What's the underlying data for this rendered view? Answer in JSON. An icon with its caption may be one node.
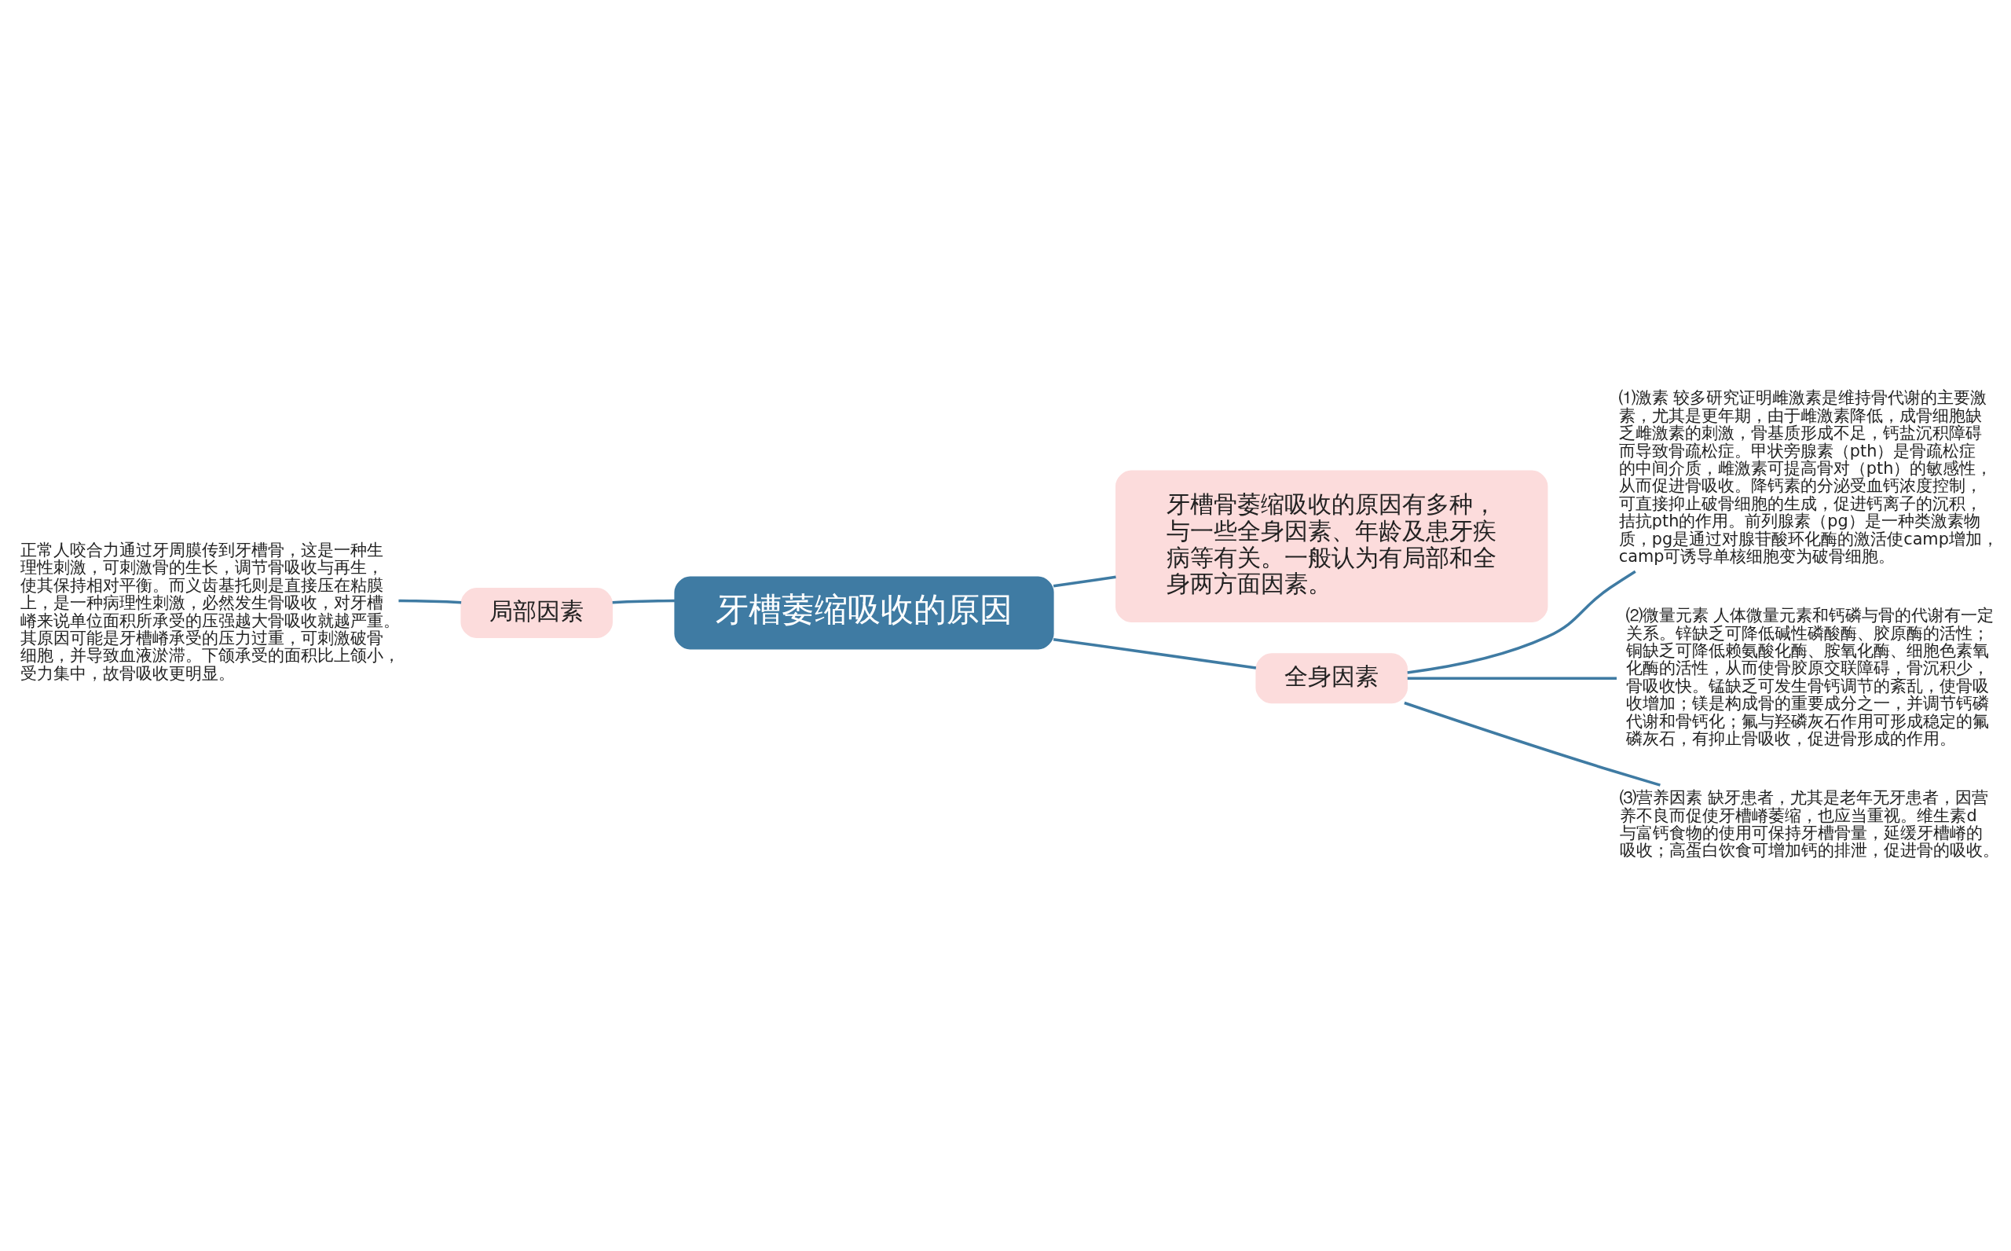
{
  "diagram": {
    "nodes": [
      {
        "text": [
          "牙槽萎缩吸收的原因"
        ]
      },
      {
        "text": [
          "牙槽骨萎缩吸收的原因有多种，与一些全身因素、年龄及患牙疾病等有关。一般认为有局部和全身两方面因素。"
        ]
      },
      {
        "text": [
          "局部因素"
        ]
      },
      {
        "text": [
          "正常人咬合力通过牙周膜传到牙槽骨，这是一种生理性刺激，可刺激骨的生长，调节骨吸收与再生，使其保持相对平衡。而义齿基托则是直接压在粘膜上，是一种病理性刺激，必然发生骨吸收，对牙槽嵴来说单位面积所承受的压强越大骨吸收就越严重。其原因可能是牙槽嵴承受的压力过重，可刺激破骨细胞，并导致血液淤滞。下颌承受的面积比上颌小，受力集中，故骨吸收更明显。"
        ]
      },
      {
        "text": [
          "全身因素"
        ]
      },
      {
        "text": [
          "⑴激素 较多研究证明雌激素是维持骨代谢的主要激素，尤其是更年期，由于雌激素降低，成骨细胞缺乏雌激素的刺激，骨基质形成不足，钙盐沉积障碍而导致骨疏松症。甲状旁腺素（pth）是骨疏松症的中间介质，雌激素可提高骨对（pth）的敏感性，从而促进骨吸收。降钙素的分泌受血钙浓度控制，可直接抑止破骨细胞的生成，促进钙离子的沉积，拮抗pth的作用。前列腺素（pg）是一种类激素物质，pg是通过对腺苷酸环化酶的激活使camp增加，camp可诱导单核细胞变为破骨细胞。"
        ]
      },
      {
        "text": [
          "⑵微量元素 人体微量元素和钙磷与骨的代谢有一定关系。锌缺乏可降低碱性磷酸酶、胶原酶的活性；铜缺乏可降低赖氨酸化酶、胺氧化酶、细胞色素氧化酶的活性，从而使骨胶原交联障碍，骨沉积少，骨吸收快。锰缺乏可发生骨钙调节的紊乱，使骨吸收增加；镁是构成骨的重要成分之一，并调节钙磷代谢和骨钙化；氟与羟磷灰石作用可形成稳定的氟磷灰石，有抑止骨吸收，促进骨形成的作用。"
        ]
      },
      {
        "text": [
          "⑶营养因素 缺牙患者，尤其是老年无牙患者，因营养不良而促使牙槽嵴萎缩，也应当重视。维生素d与富钙食物的使用可保持牙槽骨量，延缓牙槽嵴的吸收；高蛋白饮食可增加钙的排泄，促进骨的吸收。"
        ]
      }
    ],
    "edges": [
      {
        "from": 0,
        "to": 1,
        "arrow": "none"
      },
      {
        "from": 0,
        "to": 2,
        "arrow": "none"
      },
      {
        "from": 2,
        "to": 3,
        "arrow": "none"
      },
      {
        "from": 0,
        "to": 4,
        "arrow": "none"
      },
      {
        "from": 4,
        "to": 5,
        "arrow": "none"
      },
      {
        "from": 4,
        "to": 6,
        "arrow": "none"
      },
      {
        "from": 4,
        "to": 7,
        "arrow": "none"
      }
    ]
  }
}
